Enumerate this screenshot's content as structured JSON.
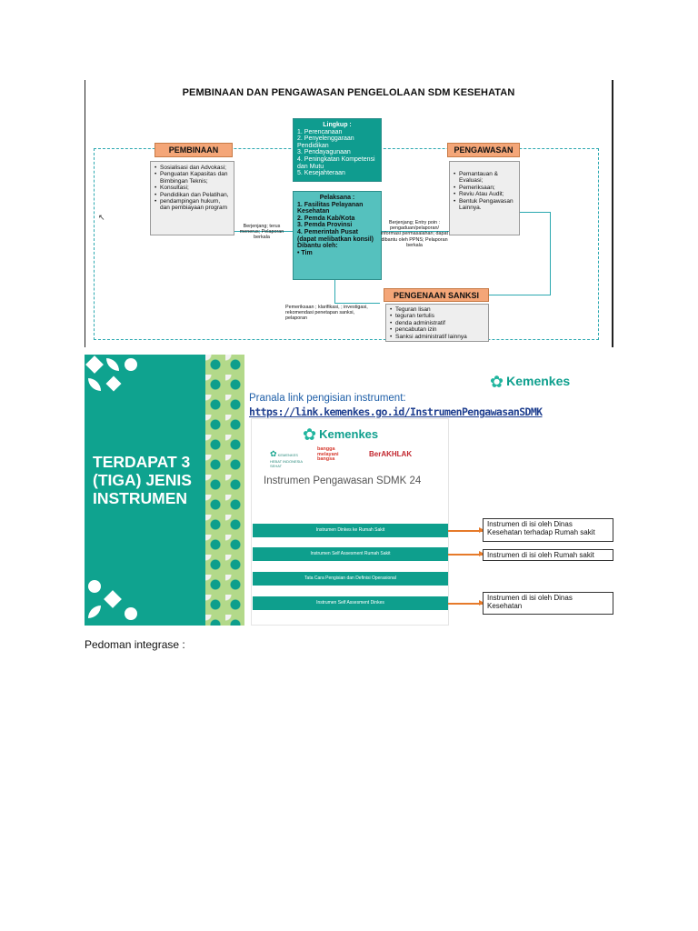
{
  "fig1": {
    "title": "PEMBINAAN DAN PENGAWASAN PENGELOLAAN SDM KESEHATAN",
    "lingkup": {
      "heading": "Lingkup :",
      "items": [
        "1.  Perencanaan",
        "2.  Penyelenggaraan Pendidikan",
        "3.  Pendayagunaan",
        "4.  Peningkatan Kompetensi dan Mutu",
        "5.  Kesejahteraan"
      ]
    },
    "pembinaan": {
      "header": "PEMBINAAN",
      "items": [
        "Sosialisasi dan Advokasi;",
        "Penguatan Kapasitas dan Bimbingan Teknis;",
        "Konsultasi;",
        "Pendidikan dan Pelatihan,",
        "pendampingan hukum, dan pembiayaan program"
      ]
    },
    "pengawasan": {
      "header": "PENGAWASAN",
      "items": [
        "Pemantauan & Evaluasi;",
        "Pemeriksaan;",
        "Reviu Atau Audit;",
        "Bentuk Pengawasan Lainnya."
      ]
    },
    "pelaksana": {
      "heading": "Pelaksana :",
      "items": [
        "1.  Fasilitas Pelayanan Kesehatan",
        "2.  Pemda Kab/Kota",
        "3.  Pemda Provinsi",
        "4.  Pemerintah Pusat (dapat melibatkan konsil)"
      ],
      "dibantu": "Dibantu oleh:",
      "dibantu_item": "•    Tim"
    },
    "note_left": "Berjenjang; terus menerus; Pelaporan berkala",
    "note_right": "Berjenjang; Entry poin : pengaduan/pelaporan/ informasi permasalahan; dapat dibantu oleh PPNS; Pelaporan berkala",
    "note_bottom": "Pemeriksaan ; klarifikasi, ; investigasi, rekomendasi penetapan sanksi, pelaporan",
    "sanksi": {
      "header": "PENGENAAN SANKSI",
      "items": [
        "Teguran lisan",
        "teguran tertulis",
        "denda administratif",
        "pencabutan izin",
        "Sanksi administratif lainnya"
      ]
    }
  },
  "fig2": {
    "left_text": [
      "TERDAPAT 3",
      "(TIGA) JENIS",
      "INSTRUMEN"
    ],
    "brand_top": "Kemenkes",
    "link_label": "Pranala link pengisian instrument:",
    "link_url": "https://link.kemenkes.go.id/InstrumenPengawasanSDMK",
    "card_brand": "Kemenkes",
    "logo1": "KEMENKES HEBAT INDONESIA SEHAT",
    "logo2": "bangga melayani bangsa",
    "logo3": "BerAKHLAK",
    "form_title": "Instrumen Pengawasan SDMK 24",
    "bars": [
      "Instrumen Dinkes ke Rumah Sakit",
      "Instrumen Self Assesment Rumah Sakit",
      "Tata Cara Pengisian dan Definisi Operasional",
      "Instrumen Self Assesment Dinkes"
    ],
    "notes": [
      "Instrumen di isi oleh Dinas Kesehatan terhadap Rumah sakit",
      "Instrumen di isi oleh Rumah sakit",
      "Instrumen di isi oleh Dinas Kesehatan"
    ]
  },
  "caption": "Pedoman integrase :",
  "colors": {
    "teal": "#0fa38f",
    "orange": "#f4a678",
    "arrow": "#e67a2a"
  }
}
